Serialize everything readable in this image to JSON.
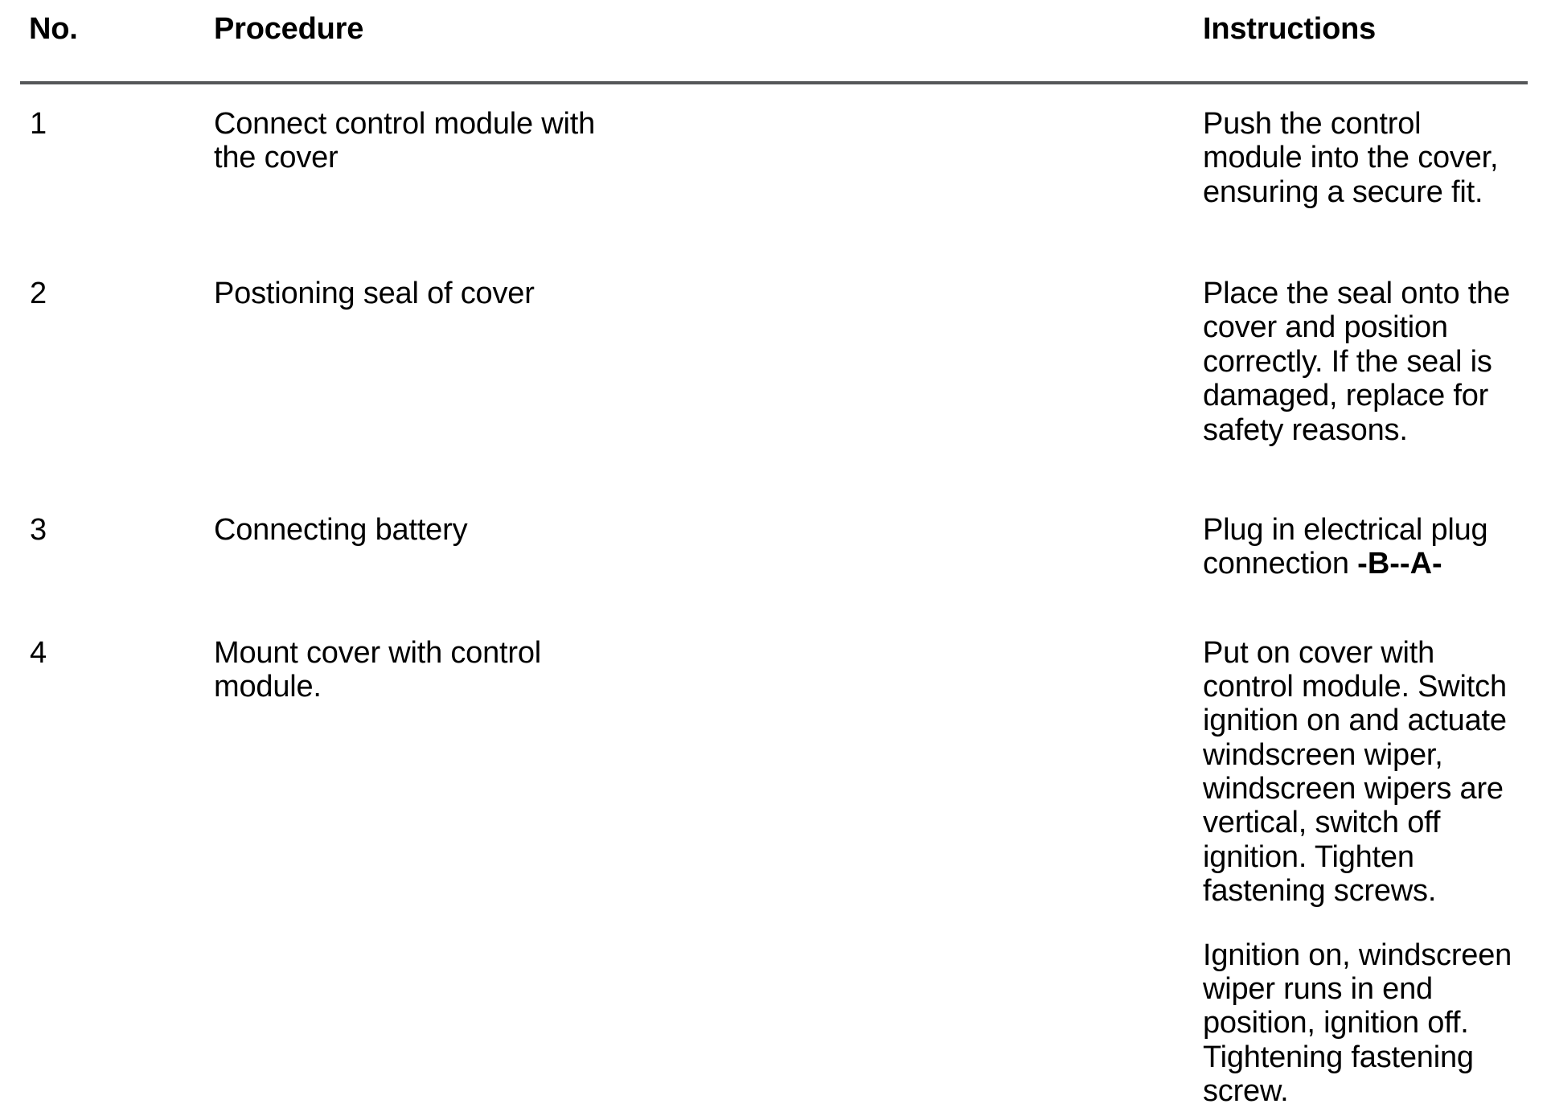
{
  "table": {
    "columns": [
      {
        "key": "no",
        "label": "No."
      },
      {
        "key": "proc",
        "label": "Procedure"
      },
      {
        "key": "instr",
        "label": "Instructions"
      }
    ],
    "rule_color": "#555759",
    "rows": [
      {
        "no": "1",
        "procedure": "Connect control module with the cover",
        "instructions": [
          {
            "text": "Push the control module into the cover, ensuring a secure fit."
          }
        ]
      },
      {
        "no": "2",
        "procedure": "Postioning seal of cover",
        "instructions": [
          {
            "text": "Place the seal onto the cover and position correctly. If the seal is damaged, replace for safety reasons."
          }
        ]
      },
      {
        "no": "3",
        "procedure": "Connecting battery",
        "instructions": [
          {
            "text": "Plug in electrical plug connection ",
            "designation": "-B--A-"
          }
        ]
      },
      {
        "no": "4",
        "procedure": "Mount cover with control module.",
        "instructions": [
          {
            "text": "Put on cover with control module. Switch ignition on and actuate windscreen wiper, windscreen wipers are vertical, switch off ignition. Tighten fastening screws."
          },
          {
            "text": "Ignition on, windscreen wiper runs in end position, ignition off. Tightening fastening screw."
          }
        ]
      }
    ]
  }
}
